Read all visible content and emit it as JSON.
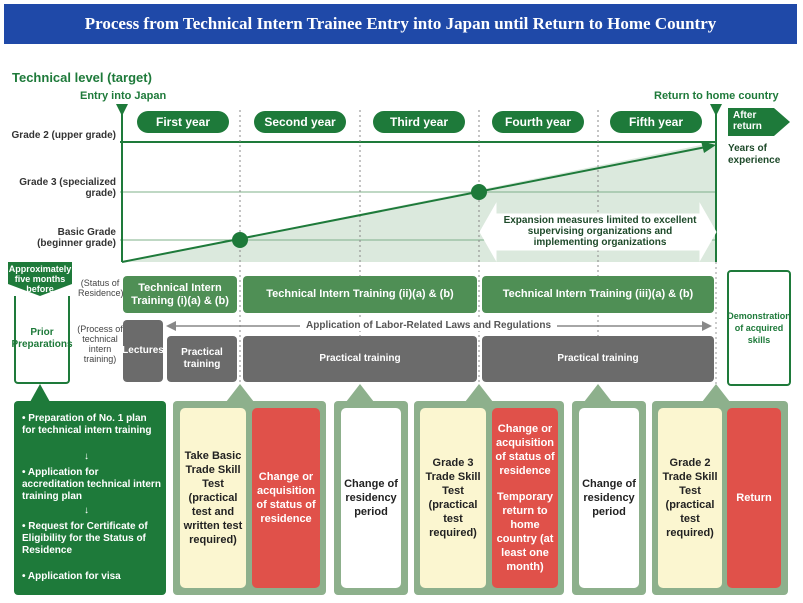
{
  "title": "Process from Technical Intern Trainee Entry into Japan until Return to Home Country",
  "tech_level": "Technical level (target)",
  "entry_label": "Entry into Japan",
  "return_label": "Return to home country",
  "years": [
    "First year",
    "Second year",
    "Third year",
    "Fourth year",
    "Fifth year"
  ],
  "after_return": "After return",
  "years_experience": "Years of experience",
  "grades": {
    "grade2": "Grade 2 (upper grade)",
    "grade3": "Grade 3 (specialized grade)",
    "basic": "Basic Grade (beginner grade)"
  },
  "expansion": "Expansion measures limited to excellent supervising organizations and implementing organizations",
  "approx": "Approximately five months before",
  "prior_prep": "Prior Preparations",
  "status_label": "(Status of Residence)",
  "process_label": "(Process of technical intern training)",
  "training": {
    "i": "Technical Intern Training (i)(a) & (b)",
    "ii": "Technical Intern Training (ii)(a) & (b)",
    "iii": "Technical Intern Training (iii)(a) & (b)"
  },
  "demonstration": "Demonstration of acquired skills",
  "labor_laws": "Application of Labor-Related Laws and Regulations",
  "lectures": "Lectures",
  "practical1": "Practical training",
  "practical2": "Practical training",
  "practical3": "Practical training",
  "prep_items": [
    "Preparation of No. 1 plan for technical intern training",
    "Application for accreditation technical intern training plan",
    "Request for Certificate of Eligibility for the Status of Residence",
    "Application for visa"
  ],
  "down_arrow": "↓",
  "cards": {
    "basic_test": "Take Basic Trade Skill Test (practical test and written test required)",
    "change_acq1": "Change or acquisition of status of residence",
    "change_period1": "Change of residency period",
    "grade3_test": "Grade 3 Trade Skill Test (practical test required)",
    "change_acq2": "Change or acquisition of status of residence",
    "temp_return": "Temporary return to home country (at least one month)",
    "change_period2": "Change of residency period",
    "grade2_test": "Grade 2 Trade Skill Test (practical test required)",
    "return": "Return"
  },
  "colors": {
    "title_bg": "#1f49a8",
    "green": "#1e7a3a",
    "red": "#e0514a",
    "cream": "#fbf6d0",
    "grey": "#6b6b6b"
  }
}
